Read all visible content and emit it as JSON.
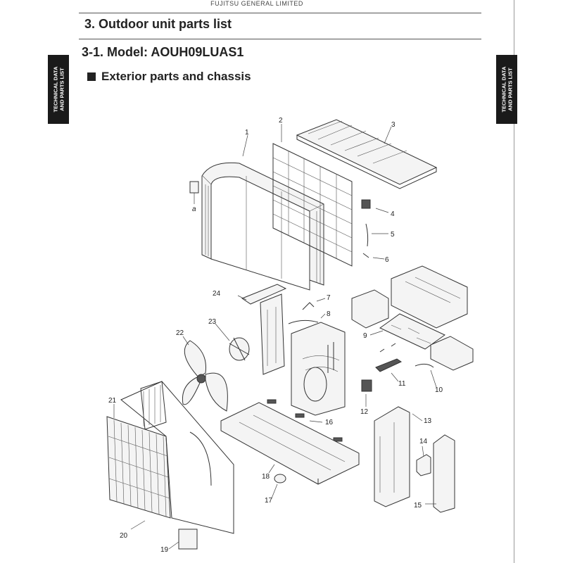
{
  "header": {
    "company": "FUJITSU GENERAL LIMITED",
    "section_title": "3. Outdoor unit parts list",
    "model_title": "3-1. Model: AOUH09LUAS1",
    "subsection_title": "Exterior parts and chassis"
  },
  "side_tabs": {
    "left": [
      "TECHNICAL DATA",
      "AND PARTS LIST"
    ],
    "right": [
      "TECHNICAL DATA",
      "AND PARTS LIST"
    ]
  },
  "callouts": [
    "1",
    "2",
    "3",
    "4",
    "5",
    "6",
    "7",
    "8",
    "9",
    "10",
    "11",
    "12",
    "13",
    "14",
    "15",
    "16",
    "17",
    "18",
    "19",
    "20",
    "21",
    "22",
    "23",
    "24",
    "a"
  ]
}
